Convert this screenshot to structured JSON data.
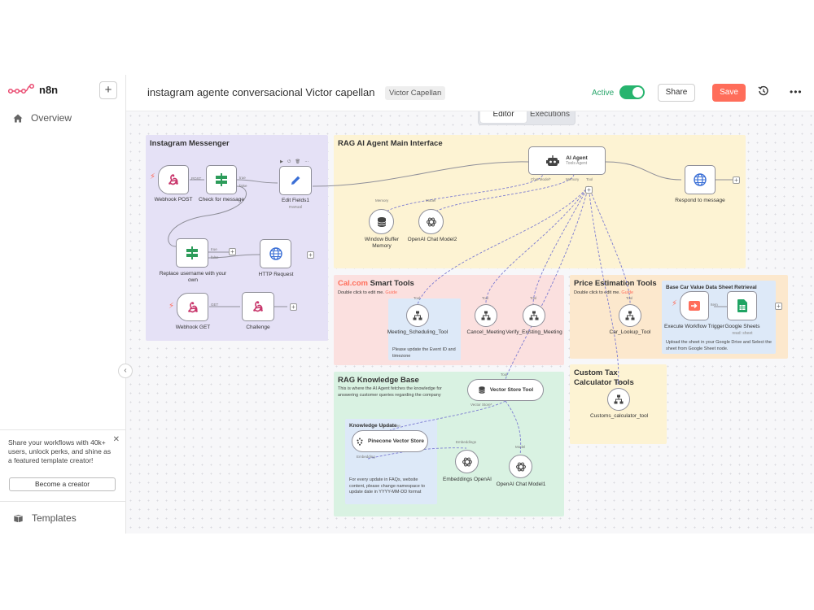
{
  "brand": {
    "name": "n8n"
  },
  "sidebar": {
    "overview_label": "Overview",
    "templates_label": "Templates",
    "promo_text": "Share your workflows with 40k+ users, unlock perks, and shine as a featured template creator!",
    "promo_button": "Become a creator",
    "add_label": "+"
  },
  "header": {
    "title": "instagram agente conversacional Victor capellan",
    "tag": "Victor Capellan",
    "active_label": "Active",
    "share_label": "Share",
    "save_label": "Save",
    "more_label": "•••"
  },
  "tabs": [
    {
      "label": "Editor",
      "active": true
    },
    {
      "label": "Executions",
      "active": false
    }
  ],
  "stickies": {
    "instagram": {
      "title": "Instagram Messenger",
      "color": "#e5e1f6"
    },
    "rag_main": {
      "title": "RAG AI Agent Main Interface",
      "color": "#fdf3d3"
    },
    "calcom": {
      "title_brand": "Cal.com",
      "title_rest": " Smart Tools",
      "sub": "Double click to edit me.",
      "guide": "Guide",
      "color": "#fbe0df"
    },
    "price": {
      "title": "Price Estimation Tools",
      "sub": "Double click to edit me.",
      "guide": "Guide",
      "color": "#fce8cd"
    },
    "base_car": {
      "title": "Base Car Value Data Sheet Retrieval",
      "desc": "Upload the sheet in your Google Drive and Select the sheet from Google Sheet node.",
      "color": "#dde9f8"
    },
    "custom_tax": {
      "title": "Custom Tax Calculator Tools",
      "color": "#fdf3d3"
    },
    "knowledge": {
      "title": "RAG Knowledge Base",
      "desc": "This is where the AI Agent fetches the knowledge for answering customer queries regarding the company",
      "color": "#d9f2e2"
    },
    "knowledge_update": {
      "title": "Knowledge Update",
      "desc": "For every update in FAQs, website content, please change namespace to update date in YYYY-MM-DD format",
      "color": "#dde9f8"
    },
    "meeting_note": {
      "desc": "Please update the Event ID and timezone",
      "color": "#dde9f8"
    }
  },
  "nodes": {
    "webhook_post": {
      "label": "Webhook POST",
      "port_out": "POST"
    },
    "check_message": {
      "label": "Check for message",
      "port_true": "true",
      "port_false": "false"
    },
    "edit_fields": {
      "label": "Edit Fields1",
      "sub": "manual"
    },
    "replace_username": {
      "label": "Replace username with your own",
      "port_true": "true",
      "port_false": "false"
    },
    "http_request": {
      "label": "HTTP Request"
    },
    "webhook_get": {
      "label": "Webhook GET",
      "port_out": "GET"
    },
    "challenge": {
      "label": "Challenge"
    },
    "ai_agent": {
      "label": "AI Agent",
      "sub": "Tools Agent",
      "port_model": "Chat Model*",
      "port_memory": "Memory",
      "port_tool": "Tool"
    },
    "respond": {
      "label": "Respond to message"
    },
    "window_memory": {
      "label": "Window Buffer Memory",
      "port": "Memory"
    },
    "openai_model2": {
      "label": "OpenAI Chat Model2",
      "port": "Model"
    },
    "meeting_tool": {
      "label": "Meeting_Scheduling_Tool",
      "port": "Tool"
    },
    "cancel_meeting": {
      "label": "Cancel_Meeting",
      "port": "Tool"
    },
    "verify_meeting": {
      "label": "Verify_Existing_Meeting",
      "port": "Tool"
    },
    "car_lookup": {
      "label": "Car_Lookup_Tool",
      "port": "Tool"
    },
    "exec_trigger": {
      "label": "Execute Workflow Trigger",
      "port": "Item"
    },
    "google_sheets": {
      "label": "Google Sheets",
      "sub": "read: sheet"
    },
    "customs_calc": {
      "label": "Customs_calculator_tool",
      "port": "Tool"
    },
    "vector_store_tool": {
      "label": "Vector Store Tool",
      "port_in": "Tool",
      "port_out": "Vector Store*"
    },
    "pinecone": {
      "label": "Pinecone Vector Store",
      "port_in": "Vector Store",
      "port_out": "Embedding"
    },
    "embeddings": {
      "label": "Embeddings OpenAI",
      "port": "Embeddings"
    },
    "openai_model1": {
      "label": "OpenAI Chat Model1",
      "port": "Model"
    }
  },
  "colors": {
    "accent": "#ff6d5a",
    "active": "#27b46e",
    "node_border": "#8f8f99",
    "wire": "#8f8f99",
    "ai_wire": "#7b7bd1"
  },
  "icons": {
    "overview": "home-icon",
    "templates": "box-icon",
    "history": "history-icon"
  }
}
